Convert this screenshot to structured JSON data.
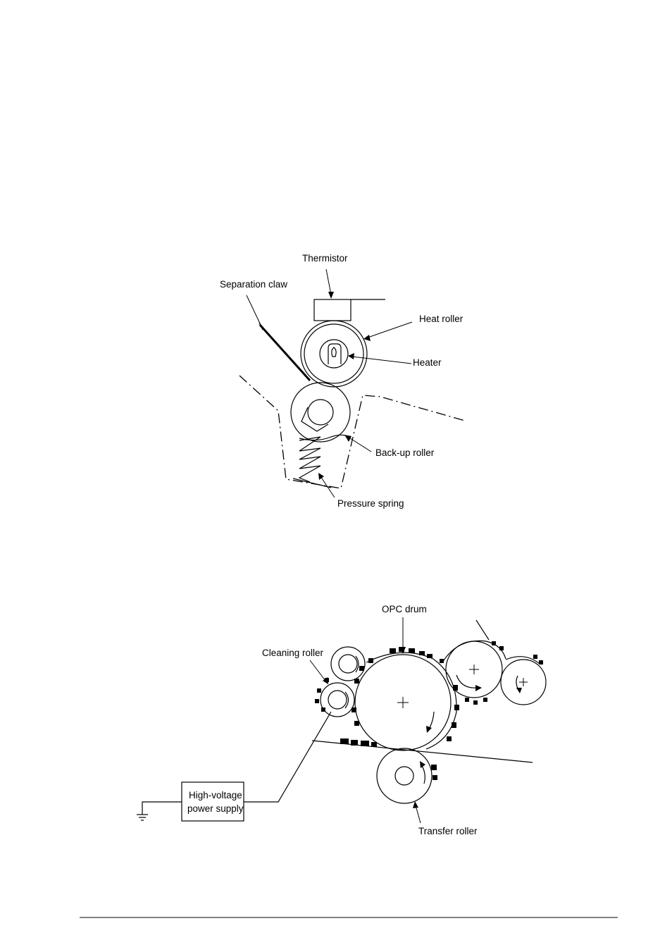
{
  "fuser": {
    "labels": {
      "thermistor": "Thermistor",
      "separation_claw": "Separation claw",
      "heat_roller": "Heat roller",
      "heater": "Heater",
      "backup_roller": "Back-up roller",
      "pressure_spring": "Pressure spring"
    }
  },
  "transfer": {
    "labels": {
      "opc_drum": "OPC drum",
      "cleaning_roller": "Cleaning roller",
      "transfer_roller": "Transfer roller",
      "power_supply_line1": "High-voltage",
      "power_supply_line2": "power supply"
    }
  }
}
